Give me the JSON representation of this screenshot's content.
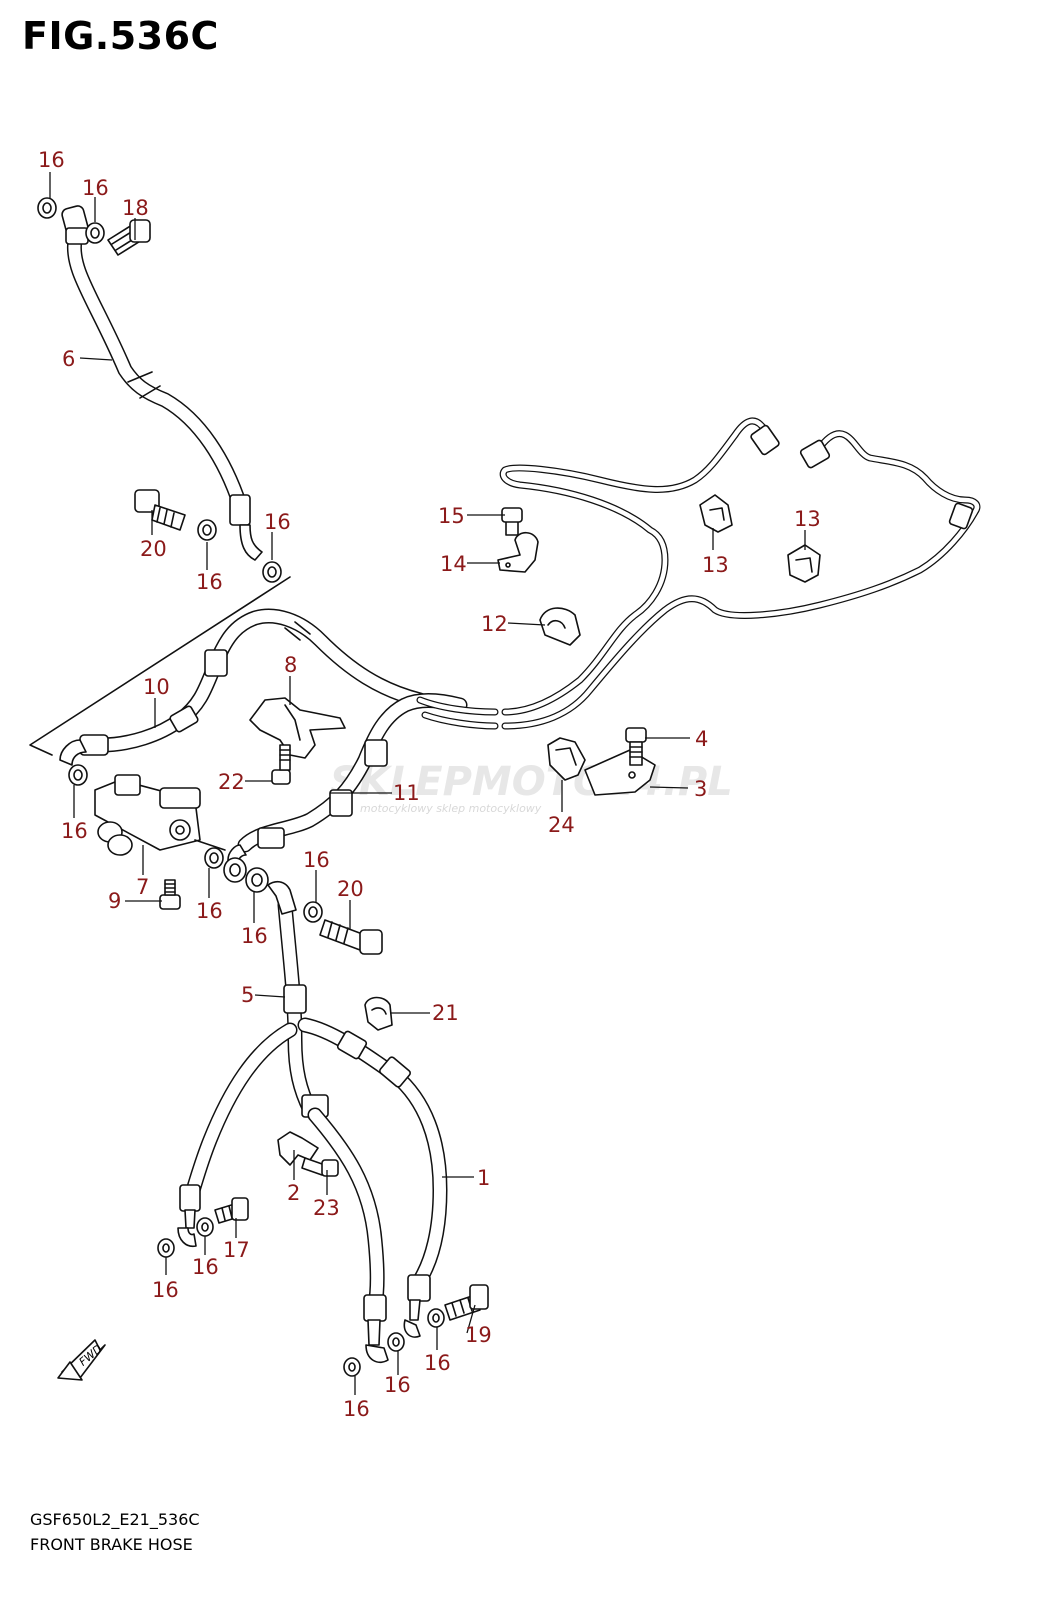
{
  "figure": {
    "title": "FIG.536C",
    "code": "GSF650L2_E21_536C",
    "name": "FRONT BRAKE HOSE"
  },
  "watermark": {
    "text": "SKLEPMOTO24.PL",
    "subtext": "motocyklowy sklep motocyklowy"
  },
  "fwd_label": "FWD",
  "callouts": [
    {
      "id": "c16a",
      "text": "16"
    },
    {
      "id": "c16b",
      "text": "16"
    },
    {
      "id": "c18",
      "text": "18"
    },
    {
      "id": "c6",
      "text": "6"
    },
    {
      "id": "c16c",
      "text": "16"
    },
    {
      "id": "c20a",
      "text": "20"
    },
    {
      "id": "c16d",
      "text": "16"
    },
    {
      "id": "c15",
      "text": "15"
    },
    {
      "id": "c14",
      "text": "14"
    },
    {
      "id": "c13a",
      "text": "13"
    },
    {
      "id": "c13b",
      "text": "13"
    },
    {
      "id": "c12",
      "text": "12"
    },
    {
      "id": "c8",
      "text": "8"
    },
    {
      "id": "c10",
      "text": "10"
    },
    {
      "id": "c4",
      "text": "4"
    },
    {
      "id": "c3",
      "text": "3"
    },
    {
      "id": "c24",
      "text": "24"
    },
    {
      "id": "c22",
      "text": "22"
    },
    {
      "id": "c11",
      "text": "11"
    },
    {
      "id": "c16e",
      "text": "16"
    },
    {
      "id": "c7",
      "text": "7"
    },
    {
      "id": "c9",
      "text": "9"
    },
    {
      "id": "c16f",
      "text": "16"
    },
    {
      "id": "c16g",
      "text": "16"
    },
    {
      "id": "c16h",
      "text": "16"
    },
    {
      "id": "c20b",
      "text": "20"
    },
    {
      "id": "c5",
      "text": "5"
    },
    {
      "id": "c21",
      "text": "21"
    },
    {
      "id": "c1",
      "text": "1"
    },
    {
      "id": "c2",
      "text": "2"
    },
    {
      "id": "c23",
      "text": "23"
    },
    {
      "id": "c17",
      "text": "17"
    },
    {
      "id": "c16i",
      "text": "16"
    },
    {
      "id": "c16j",
      "text": "16"
    },
    {
      "id": "c19",
      "text": "19"
    },
    {
      "id": "c16k",
      "text": "16"
    },
    {
      "id": "c16l",
      "text": "16"
    },
    {
      "id": "c16m",
      "text": "16"
    }
  ]
}
